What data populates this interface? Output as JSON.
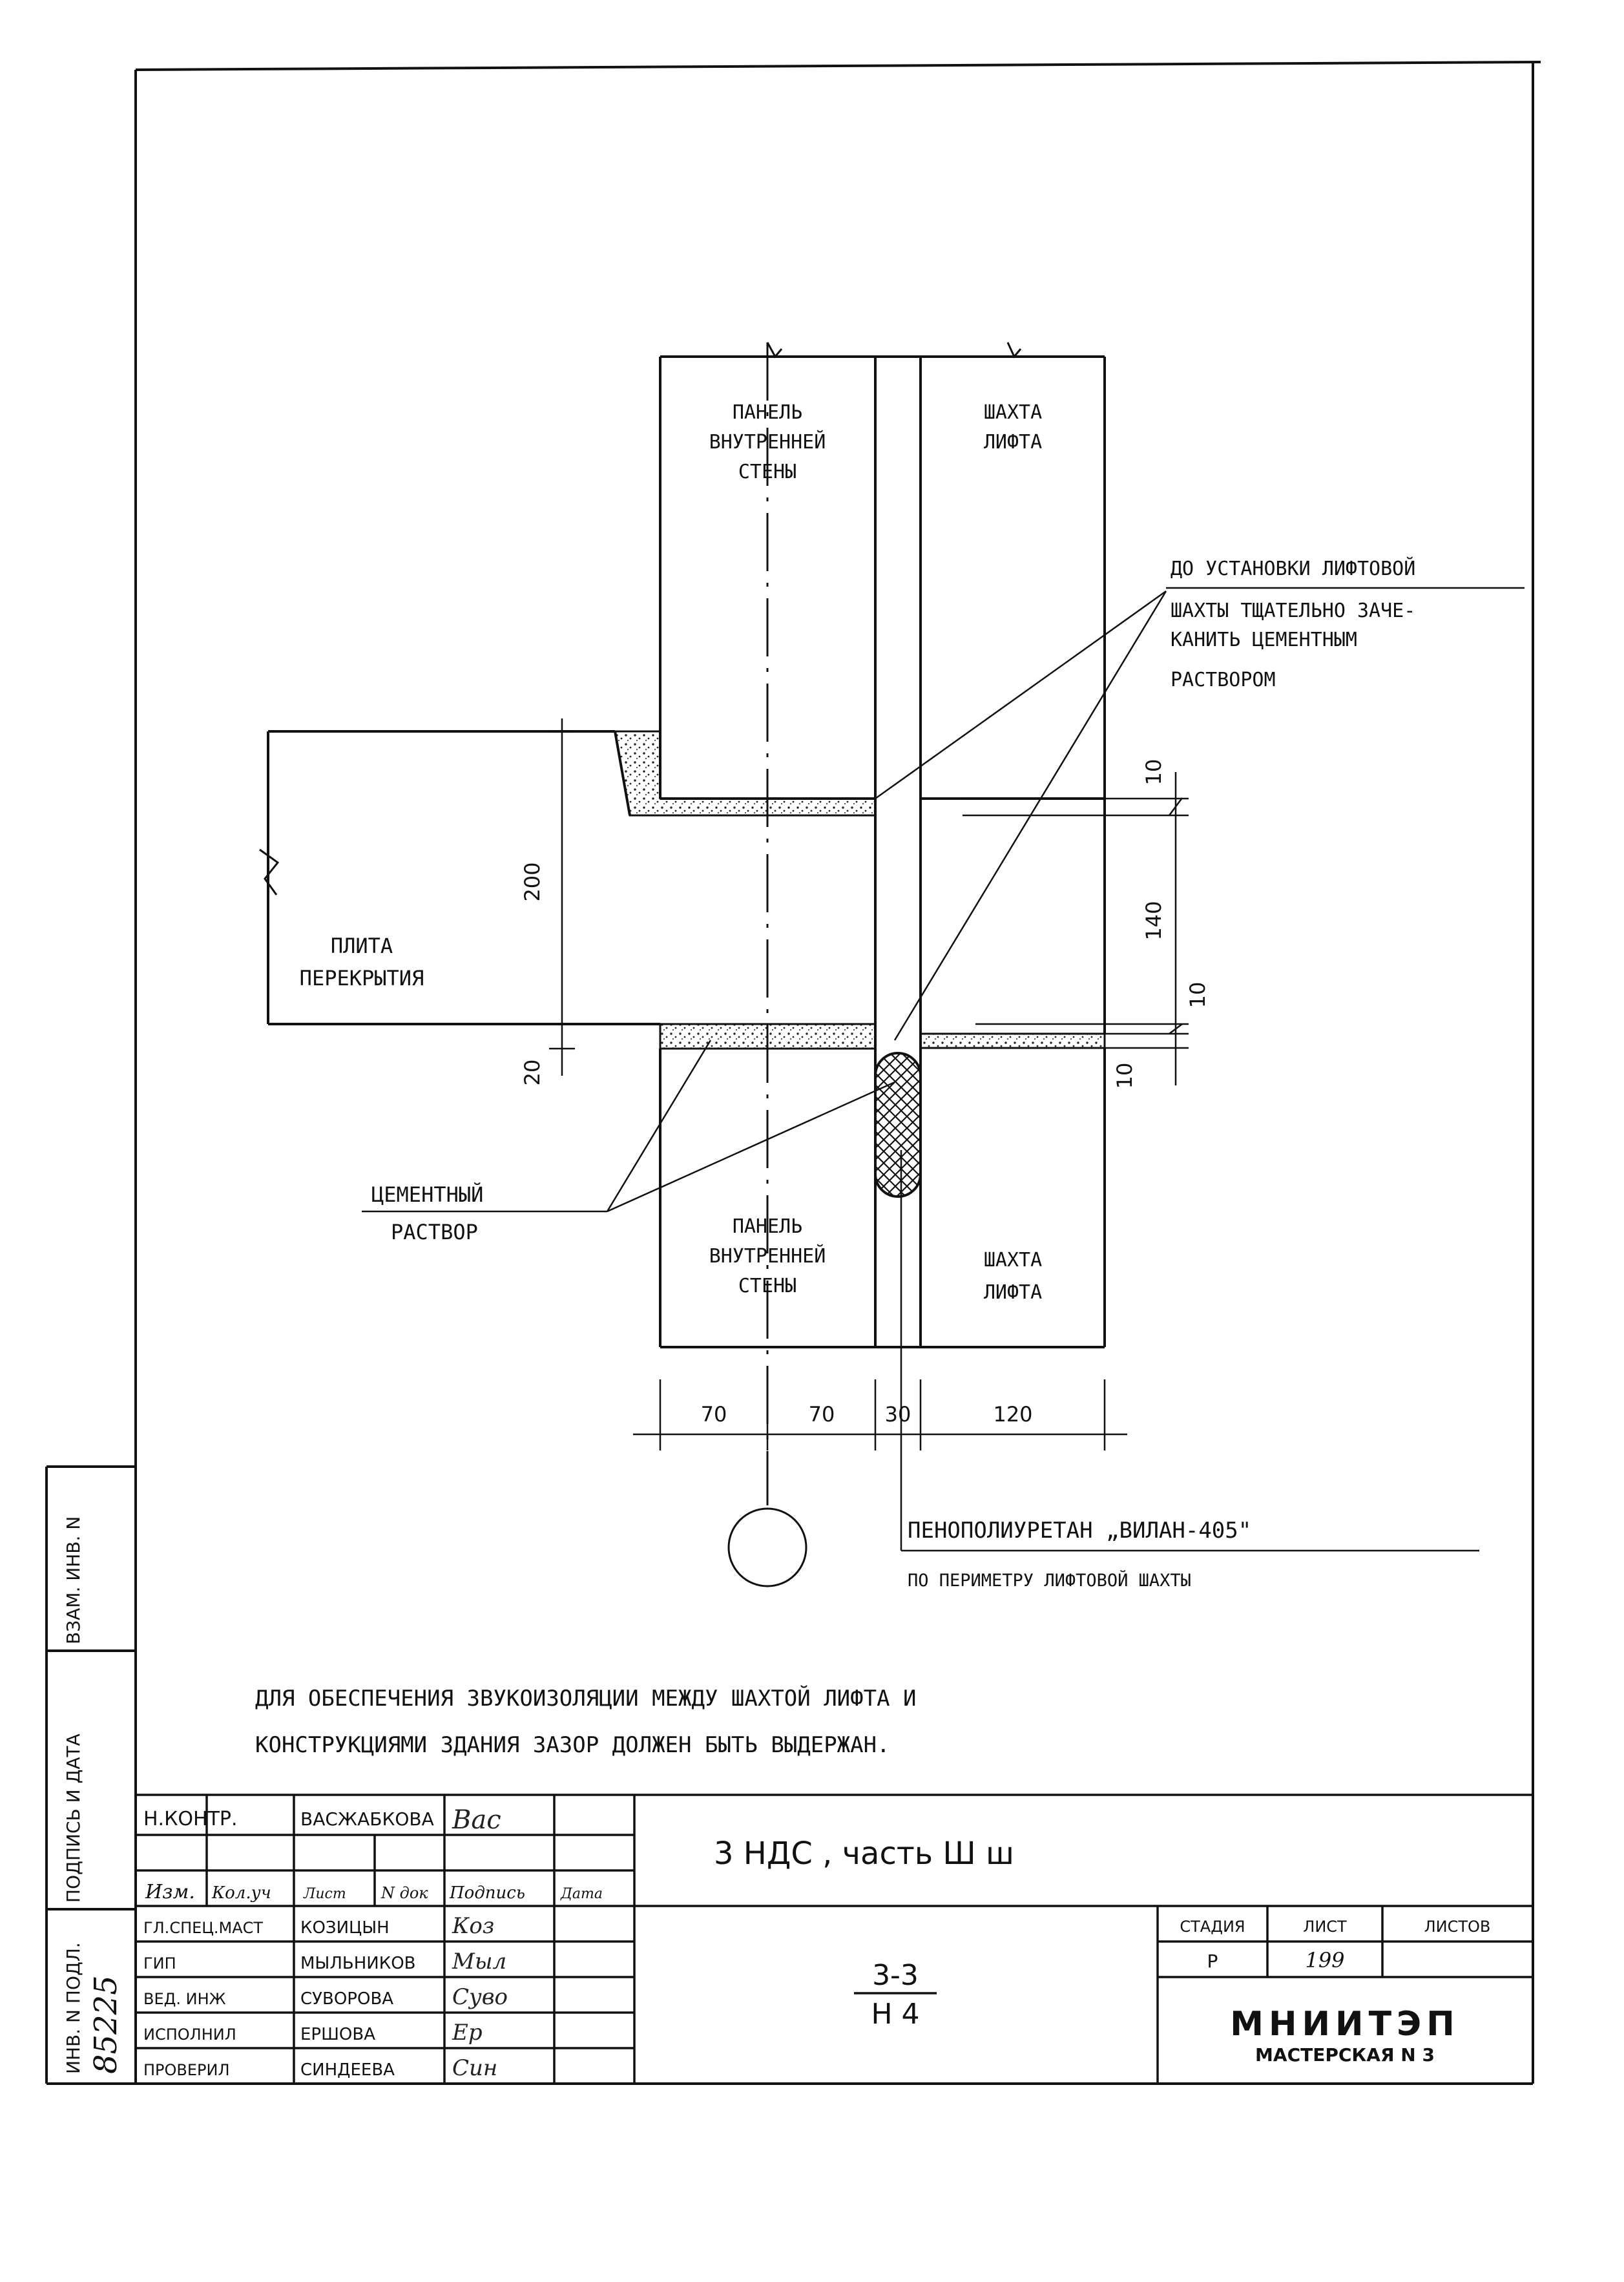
{
  "drawing": {
    "upper_wall_label": [
      "ПАНЕЛЬ",
      "ВНУТРЕННЕЙ",
      "СТЕНЫ"
    ],
    "upper_shaft_label": [
      "ШАХТА",
      "ЛИФТА"
    ],
    "lower_wall_label": [
      "ПАНЕЛЬ",
      "ВНУТРЕННЕЙ",
      "СТЕНЫ"
    ],
    "lower_shaft_label": [
      "ШАХТА",
      "ЛИФТА"
    ],
    "slab_label": [
      "ПЛИТА",
      "ПЕРЕКРЫТИЯ"
    ],
    "note_caulk": [
      "ДО УСТАНОВКИ ЛИФТОВОЙ",
      "ШАХТЫ ТЩАТЕЛЬНО ЗАЧЕ-",
      "КАНИТЬ ЦЕМЕНТНЫМ",
      "РАСТВОРОМ"
    ],
    "note_mortar": [
      "ЦЕМЕНТНЫЙ",
      "РАСТВОР"
    ],
    "note_foam": [
      "ПЕНОПОЛИУРЕТАН „ВИЛАН-405\"",
      "ПО ПЕРИМЕТРУ ЛИФТОВОЙ ШАХТЫ"
    ],
    "dims": {
      "d200": "200",
      "d20": "20",
      "d10_top": "10",
      "d140": "140",
      "d10_mid": "10",
      "d10_bot": "10",
      "d70a": "70",
      "d70b": "70",
      "d30": "30",
      "d120": "120"
    },
    "footnote": [
      "ДЛЯ ОБЕСПЕЧЕНИЯ ЗВУКОИЗОЛЯЦИИ МЕЖДУ ШАХТОЙ ЛИФТА И",
      "КОНСТРУКЦИЯМИ ЗДАНИЯ ЗАЗОР ДОЛЖЕН БЫТЬ ВЫДЕРЖАН."
    ]
  },
  "side_stamp": {
    "inv_podl": "ИНВ. N ПОДЛ.",
    "inv_podl_value": "85225",
    "podpis_data": "ПОДПИСЬ И ДАТА",
    "vzam_inv": "ВЗАМ. ИНВ. N"
  },
  "title_block": {
    "n_kontr_role": "Н.КОНТР.",
    "n_kontr_name": "ВАСЖАБКОВА",
    "n_kontr_sig": "Вас",
    "headers": [
      "Изм.",
      "Кол.уч",
      "Лист",
      "N док",
      "Подпись",
      "Дата"
    ],
    "staff": [
      {
        "role": "ГЛ.СПЕЦ.МАСТ",
        "name": "КОЗИЦЫН",
        "sig": "Коз"
      },
      {
        "role": "ГИП",
        "name": "МЫЛЬНИКОВ",
        "sig": "Мыл"
      },
      {
        "role": "ВЕД. ИНЖ",
        "name": "СУВОРОВА",
        "sig": "Суво"
      },
      {
        "role": "ИСПОЛНИЛ",
        "name": "ЕРШОВА",
        "sig": "Ер"
      },
      {
        "role": "ПРОВЕРИЛ",
        "name": "СИНДЕЕВА",
        "sig": "Син"
      }
    ],
    "project": "3 НДС , часть Ш ш",
    "node_top": "3-3",
    "node_bottom": "Н 4",
    "stage_header": "СТАДИЯ",
    "sheet_header": "ЛИСТ",
    "sheets_header": "ЛИСТОВ",
    "stage": "Р",
    "sheet": "199",
    "sheets": "",
    "org": "МНИИТЭП",
    "workshop": "МАСТЕРСКАЯ N 3"
  }
}
